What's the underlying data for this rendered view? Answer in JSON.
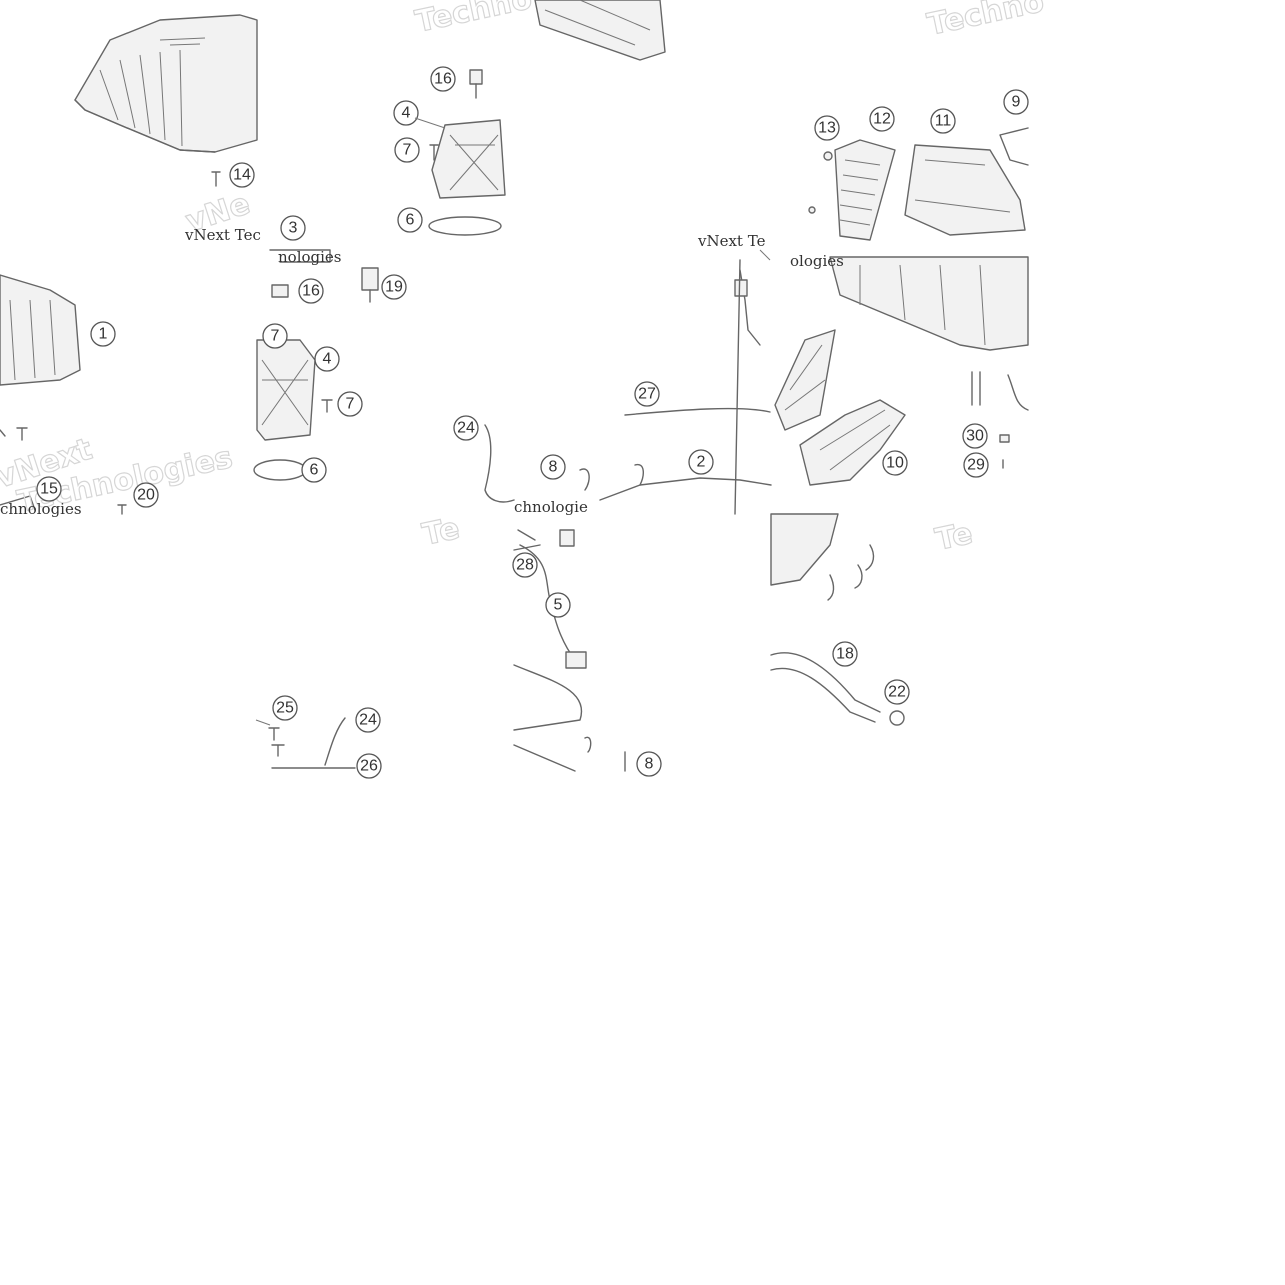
{
  "watermark": {
    "outline_word": "Technologies",
    "outline_fragment_a": "Techno",
    "outline_fragment_b": "Techno",
    "outline_fragment_c": "Te",
    "outline_fragment_d": "Te",
    "outline_fragment_e": "vNext",
    "outline_fragment_f": "vNe",
    "label_a": "vNext Tec",
    "label_b": "vNext Te",
    "label_c": "chnologies",
    "label_d": "chnologie",
    "label_e": "nologies",
    "label_f": "ologies"
  },
  "callouts": [
    "1",
    "2",
    "3",
    "4",
    "4",
    "5",
    "6",
    "6",
    "7",
    "7",
    "7",
    "8",
    "8",
    "9",
    "10",
    "11",
    "12",
    "13",
    "14",
    "15",
    "16",
    "16",
    "18",
    "19",
    "20",
    "22",
    "24",
    "24",
    "25",
    "26",
    "27",
    "28",
    "29",
    "30"
  ],
  "colors": {
    "line": "#666666",
    "watermark": "#d6d6d6",
    "background": "#ffffff"
  }
}
